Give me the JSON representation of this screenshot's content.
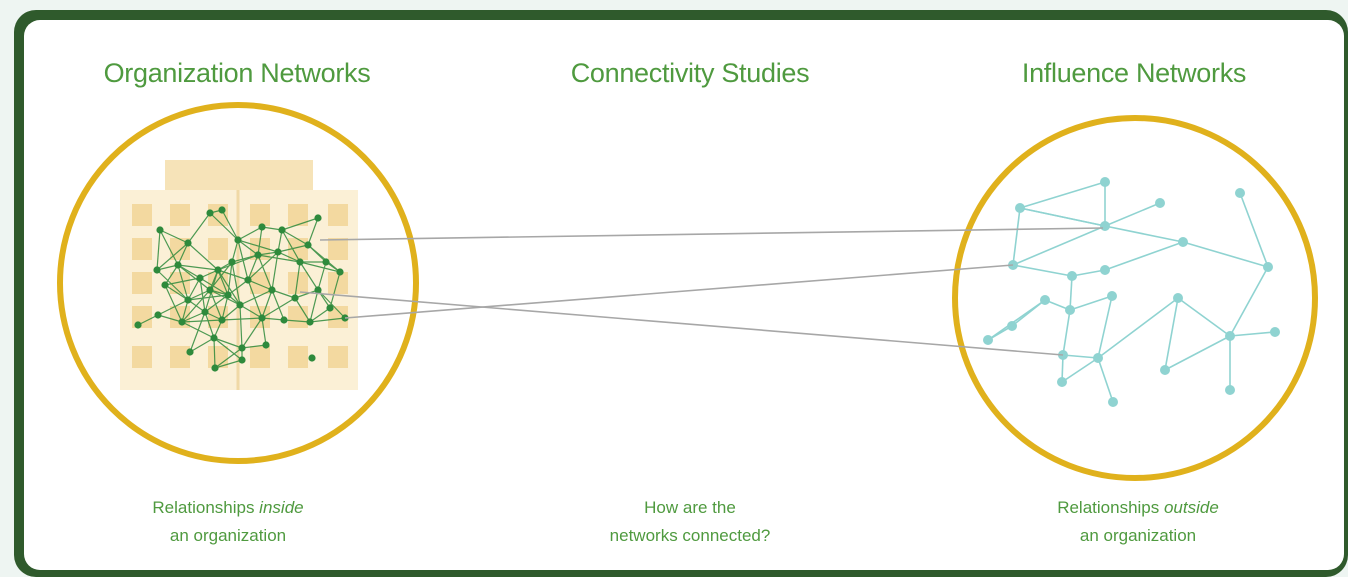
{
  "titles": {
    "left": "Organization Networks",
    "middle": "Connectivity Studies",
    "right": "Influence Networks"
  },
  "captions": {
    "left_pre": "Relationships ",
    "left_em": "inside",
    "left_line2": "an organization",
    "middle_line1": "How are the",
    "middle_line2": "networks connected?",
    "right_pre": "Relationships ",
    "right_em": "outside",
    "right_line2": "an organization"
  },
  "colors": {
    "frame": "#2f5a2c",
    "title_text": "#4f9a3f",
    "circle_ring": "#e0b11c",
    "building": "#f6e3b8",
    "org_network": "#2e8a3c",
    "influence_network": "#8fd3d1",
    "connector_lines": "#a7a7a7"
  }
}
